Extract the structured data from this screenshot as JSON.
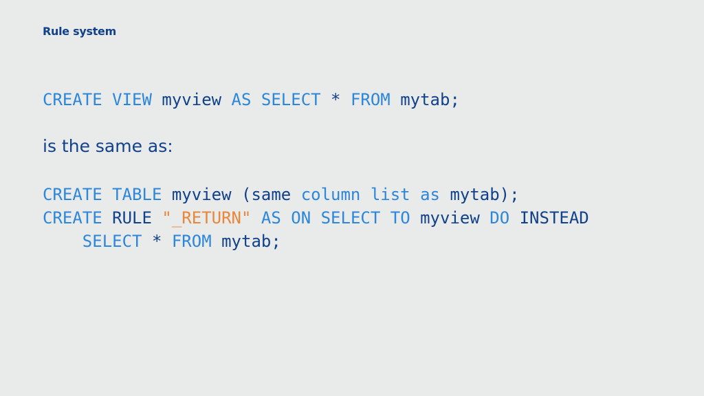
{
  "colors": {
    "background": "#e9eaea",
    "title": "#10418a",
    "keyword": "#2c86d9",
    "identifier": "#10418a",
    "string": "#e8863a"
  },
  "slide": {
    "title": "Rule system",
    "note": "is the same as:"
  },
  "code_first": [
    [
      {
        "text": "CREATE VIEW ",
        "type": "keyword"
      },
      {
        "text": "myview ",
        "type": "identifier"
      },
      {
        "text": "AS SELECT ",
        "type": "keyword"
      },
      {
        "text": "* ",
        "type": "identifier"
      },
      {
        "text": "FROM ",
        "type": "keyword"
      },
      {
        "text": "mytab;",
        "type": "identifier"
      }
    ]
  ],
  "code_second": [
    [
      {
        "text": "CREATE TABLE ",
        "type": "keyword"
      },
      {
        "text": "myview (same ",
        "type": "identifier"
      },
      {
        "text": "column list as ",
        "type": "keyword"
      },
      {
        "text": "mytab);",
        "type": "identifier"
      }
    ],
    [
      {
        "text": "CREATE ",
        "type": "keyword"
      },
      {
        "text": "RULE ",
        "type": "identifier"
      },
      {
        "text": "\"_RETURN\" ",
        "type": "string"
      },
      {
        "text": "AS ON SELECT TO ",
        "type": "keyword"
      },
      {
        "text": "myview ",
        "type": "identifier"
      },
      {
        "text": "DO ",
        "type": "keyword"
      },
      {
        "text": "INSTEAD",
        "type": "identifier"
      }
    ],
    [
      {
        "text": "    SELECT ",
        "type": "keyword"
      },
      {
        "text": "* ",
        "type": "identifier"
      },
      {
        "text": "FROM ",
        "type": "keyword"
      },
      {
        "text": "mytab;",
        "type": "identifier"
      }
    ]
  ]
}
